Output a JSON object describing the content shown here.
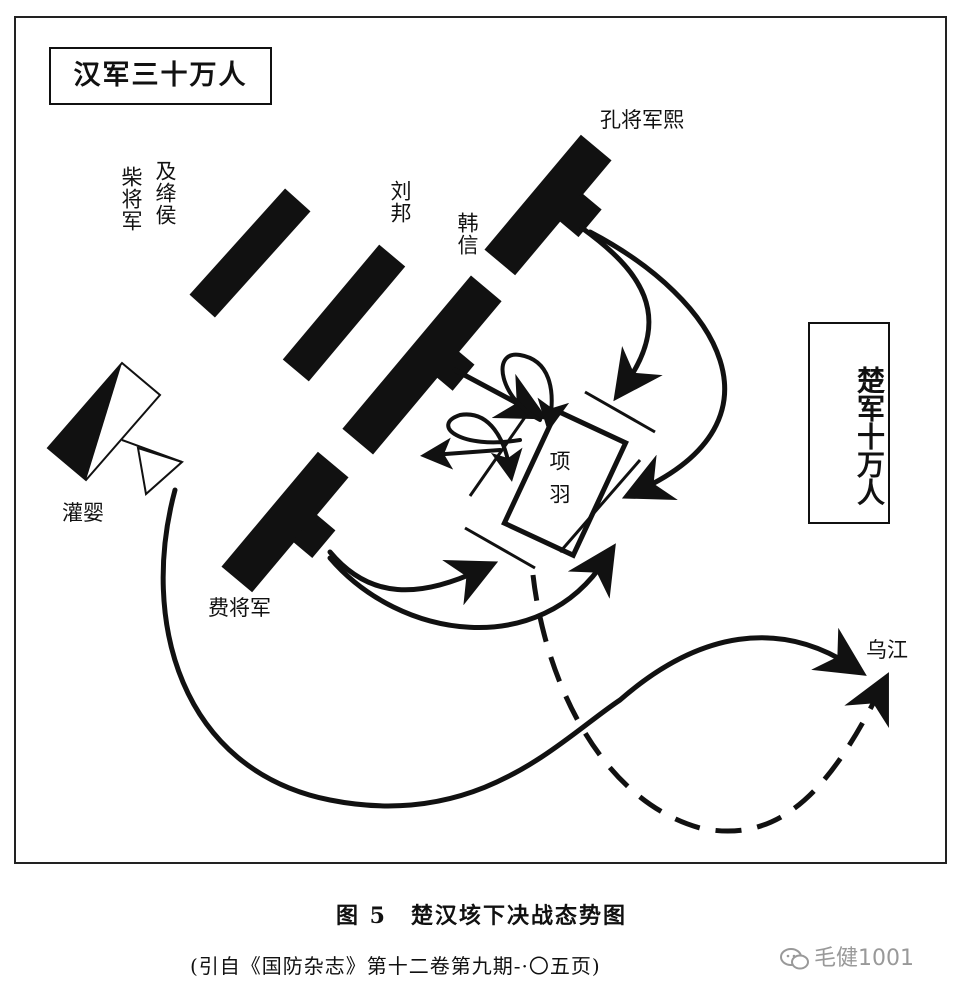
{
  "labels": {
    "han_army": "汉军三十万人",
    "chu_army": "楚军十万人",
    "chai_general": "柴将军",
    "jiang_hou": "及绛侯",
    "liu_bang": "刘邦",
    "han_xin": "韩信",
    "kong_general": "孔将军熙",
    "guan_ying": "灌婴",
    "fei_general": "费将军",
    "xiang_yu": "项羽",
    "wu_jiang": "乌江"
  },
  "caption": {
    "title": "图 5　楚汉垓下决战态势图",
    "source": "(引自《国防杂志》第十二卷第九期-·〇五页)"
  },
  "watermark": {
    "text": "毛健1001",
    "icon": "wechat-icon"
  },
  "colors": {
    "ink": "#111111",
    "paper": "#ffffff"
  }
}
